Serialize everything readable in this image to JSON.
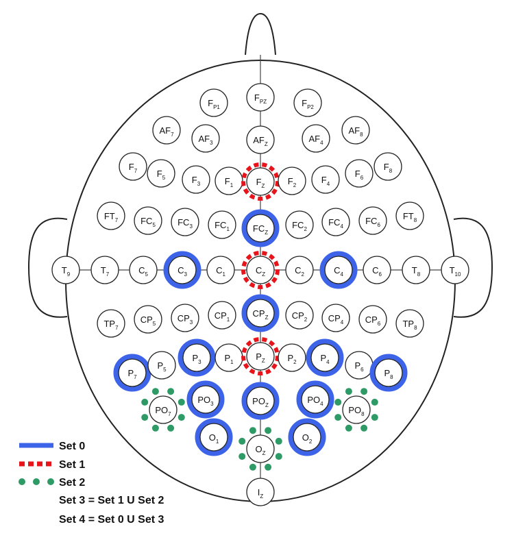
{
  "colors": {
    "set0": "#3d63e8",
    "set1": "#e8141c",
    "set2": "#2e9a66",
    "outline": "#222222"
  },
  "electrodes": [
    {
      "id": "Fp1",
      "main": "F",
      "sub": "P1",
      "sets": []
    },
    {
      "id": "Fpz",
      "main": "F",
      "sub": "PZ",
      "sets": []
    },
    {
      "id": "Fp2",
      "main": "F",
      "sub": "P2",
      "sets": []
    },
    {
      "id": "AF7",
      "main": "AF",
      "sub": "7",
      "sets": []
    },
    {
      "id": "AF3",
      "main": "AF",
      "sub": "3",
      "sets": []
    },
    {
      "id": "AFz",
      "main": "AF",
      "sub": "Z",
      "sets": []
    },
    {
      "id": "AF4",
      "main": "AF",
      "sub": "4",
      "sets": []
    },
    {
      "id": "AF8",
      "main": "AF",
      "sub": "8",
      "sets": []
    },
    {
      "id": "F7",
      "main": "F",
      "sub": "7",
      "sets": []
    },
    {
      "id": "F5",
      "main": "F",
      "sub": "5",
      "sets": []
    },
    {
      "id": "F3",
      "main": "F",
      "sub": "3",
      "sets": []
    },
    {
      "id": "F1",
      "main": "F",
      "sub": "1",
      "sets": []
    },
    {
      "id": "Fz",
      "main": "F",
      "sub": "Z",
      "sets": [
        1
      ]
    },
    {
      "id": "F2",
      "main": "F",
      "sub": "2",
      "sets": []
    },
    {
      "id": "F4",
      "main": "F",
      "sub": "4",
      "sets": []
    },
    {
      "id": "F6",
      "main": "F",
      "sub": "6",
      "sets": []
    },
    {
      "id": "F8",
      "main": "F",
      "sub": "8",
      "sets": []
    },
    {
      "id": "FT7",
      "main": "FT",
      "sub": "7",
      "sets": []
    },
    {
      "id": "FC5",
      "main": "FC",
      "sub": "5",
      "sets": []
    },
    {
      "id": "FC3",
      "main": "FC",
      "sub": "3",
      "sets": []
    },
    {
      "id": "FC1",
      "main": "FC",
      "sub": "1",
      "sets": []
    },
    {
      "id": "FCz",
      "main": "FC",
      "sub": "Z",
      "sets": [
        0
      ]
    },
    {
      "id": "FC2",
      "main": "FC",
      "sub": "2",
      "sets": []
    },
    {
      "id": "FC4",
      "main": "FC",
      "sub": "4",
      "sets": []
    },
    {
      "id": "FC6",
      "main": "FC",
      "sub": "6",
      "sets": []
    },
    {
      "id": "FT8",
      "main": "FT",
      "sub": "8",
      "sets": []
    },
    {
      "id": "T9",
      "main": "T",
      "sub": "9",
      "sets": []
    },
    {
      "id": "T7",
      "main": "T",
      "sub": "7",
      "sets": []
    },
    {
      "id": "C5",
      "main": "C",
      "sub": "5",
      "sets": []
    },
    {
      "id": "C3",
      "main": "C",
      "sub": "3",
      "sets": [
        0
      ]
    },
    {
      "id": "C1",
      "main": "C",
      "sub": "1",
      "sets": []
    },
    {
      "id": "Cz",
      "main": "C",
      "sub": "Z",
      "sets": [
        1
      ]
    },
    {
      "id": "C2",
      "main": "C",
      "sub": "2",
      "sets": []
    },
    {
      "id": "C4",
      "main": "C",
      "sub": "4",
      "sets": [
        0
      ]
    },
    {
      "id": "C6",
      "main": "C",
      "sub": "6",
      "sets": []
    },
    {
      "id": "T8",
      "main": "T",
      "sub": "8",
      "sets": []
    },
    {
      "id": "T10",
      "main": "T",
      "sub": "10",
      "sets": []
    },
    {
      "id": "TP7",
      "main": "TP",
      "sub": "7",
      "sets": []
    },
    {
      "id": "CP5",
      "main": "CP",
      "sub": "5",
      "sets": []
    },
    {
      "id": "CP3",
      "main": "CP",
      "sub": "3",
      "sets": []
    },
    {
      "id": "CP1",
      "main": "CP",
      "sub": "1",
      "sets": []
    },
    {
      "id": "CPz",
      "main": "CP",
      "sub": "Z",
      "sets": [
        0
      ]
    },
    {
      "id": "CP2",
      "main": "CP",
      "sub": "2",
      "sets": []
    },
    {
      "id": "CP4",
      "main": "CP",
      "sub": "4",
      "sets": []
    },
    {
      "id": "CP6",
      "main": "CP",
      "sub": "6",
      "sets": []
    },
    {
      "id": "TP8",
      "main": "TP",
      "sub": "8",
      "sets": []
    },
    {
      "id": "P7",
      "main": "P",
      "sub": "7",
      "sets": [
        0
      ]
    },
    {
      "id": "P5",
      "main": "P",
      "sub": "5",
      "sets": []
    },
    {
      "id": "P3",
      "main": "P",
      "sub": "3",
      "sets": [
        0
      ]
    },
    {
      "id": "P1",
      "main": "P",
      "sub": "1",
      "sets": []
    },
    {
      "id": "Pz",
      "main": "P",
      "sub": "Z",
      "sets": [
        1
      ]
    },
    {
      "id": "P2",
      "main": "P",
      "sub": "2",
      "sets": []
    },
    {
      "id": "P4",
      "main": "P",
      "sub": "4",
      "sets": [
        0
      ]
    },
    {
      "id": "P6",
      "main": "P",
      "sub": "6",
      "sets": []
    },
    {
      "id": "P8",
      "main": "P",
      "sub": "8",
      "sets": [
        0
      ]
    },
    {
      "id": "PO7",
      "main": "PO",
      "sub": "7",
      "sets": [
        2
      ]
    },
    {
      "id": "PO3",
      "main": "PO",
      "sub": "3",
      "sets": [
        0
      ]
    },
    {
      "id": "POz",
      "main": "PO",
      "sub": "Z",
      "sets": [
        0
      ]
    },
    {
      "id": "PO4",
      "main": "PO",
      "sub": "4",
      "sets": [
        0
      ]
    },
    {
      "id": "PO8",
      "main": "PO",
      "sub": "8",
      "sets": [
        2
      ]
    },
    {
      "id": "O1",
      "main": "O",
      "sub": "1",
      "sets": [
        0
      ]
    },
    {
      "id": "Oz",
      "main": "O",
      "sub": "Z",
      "sets": [
        2
      ]
    },
    {
      "id": "O2",
      "main": "O",
      "sub": "2",
      "sets": [
        0
      ]
    },
    {
      "id": "Iz",
      "main": "I",
      "sub": "Z",
      "sets": []
    }
  ],
  "legend": {
    "set0": "Set 0",
    "set1": "Set 1",
    "set2": "Set 2",
    "set3": "Set 3 = Set 1 U Set 2",
    "set4": "Set 4 = Set 0 U Set 3"
  }
}
